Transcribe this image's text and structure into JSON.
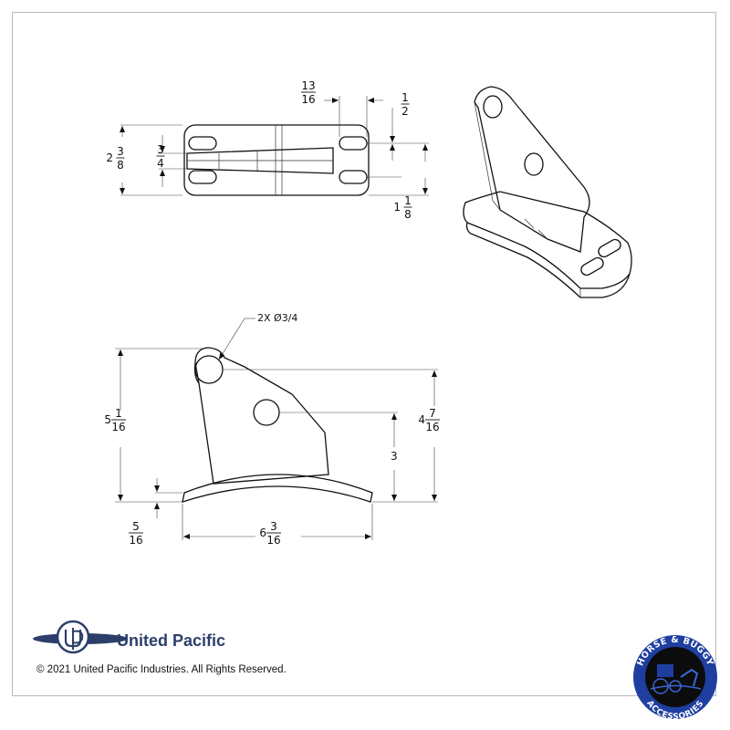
{
  "dimensions": {
    "top_width": "13|16",
    "top_right": "1|2",
    "top_height_whole": "2",
    "top_height_frac": "3|8",
    "top_slot": "3|4",
    "top_right_lower_whole": "1",
    "top_right_lower_frac": "1|8",
    "side_height_whole": "5",
    "side_height_frac": "1|16",
    "side_right_whole": "4",
    "side_right_frac": "7|16",
    "side_hole_height": "3",
    "base_thickness": "5|16",
    "base_width_whole": "6",
    "base_width_frac": "3|16"
  },
  "callouts": {
    "holes": "2X Ø3/4"
  },
  "brand": {
    "name": "United Pacific",
    "color": "#2c3f6b"
  },
  "footer": {
    "copyright": "© 2021 United Pacific Industries. All Rights Reserved."
  },
  "badge": {
    "top_text": "HORSE & BUGGY",
    "bottom_text": "ACCESSORIES",
    "color": "#1f3fa0"
  }
}
